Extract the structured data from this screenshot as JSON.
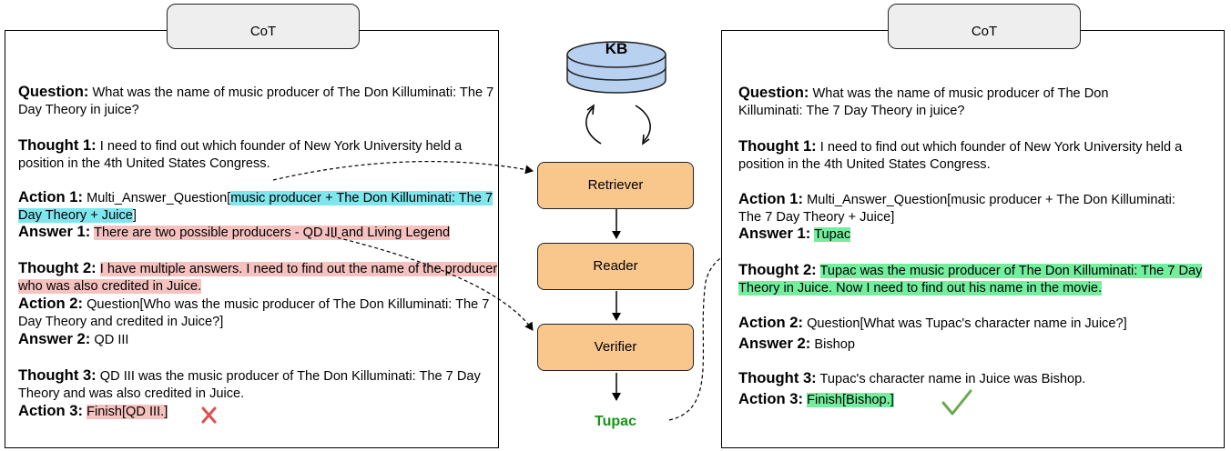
{
  "colors": {
    "query_highlight": "#7fe6ee",
    "error_highlight": "#f6c2c0",
    "correct_highlight": "#74ee9e",
    "module_fill": "#f9c68c",
    "kb_fill": "#b9d1f0",
    "output_text": "#159615",
    "cross": "#d9534f",
    "check": "#6aa84f"
  },
  "left": {
    "tab": "CoT",
    "question_label": "Question:",
    "question_text": "What was the name of music producer of The Don Killuminati: The 7 Day Theory in juice?",
    "thought1_label": "Thought 1:",
    "thought1_text": "I need to find out which founder of New York University held a position in the 4th United States Congress.",
    "action1_label": "Action 1:",
    "action1_prefix": "Multi_Answer_Question[",
    "action1_query": "music producer + The Don Killuminati: The 7 Day Theory + Juice",
    "action1_suffix": "]",
    "answer1_label": "Answer 1:",
    "answer1_text": "There are two possible producers - QD III and Living Legend",
    "thought2_label": "Thought 2:",
    "thought2_text": "I have multiple answers. I need to find out the name of the producer who was also credited in Juice.",
    "action2_label": "Action 2:",
    "action2_text": "Question[Who was the music producer of The Don Killuminati: The 7 Day Theory and credited in Juice?]",
    "answer2_label": "Answer 2:",
    "answer2_text": "QD III",
    "thought3_label": "Thought 3:",
    "thought3_text": "QD III was the music producer of The Don Killuminati: The 7 Day Theory and was also credited in Juice.",
    "action3_label": "Action 3:",
    "action3_text": "Finish[QD III.]",
    "result_icon": "cross-icon"
  },
  "center": {
    "kb_label": "KB",
    "retriever": "Retriever",
    "reader": "Reader",
    "verifier": "Verifier",
    "output": "Tupac"
  },
  "right": {
    "tab": "CoT",
    "question_label": "Question:",
    "question_text": "What was the name of music producer of The Don Killuminati: The 7 Day Theory in juice?",
    "thought1_label": "Thought 1:",
    "thought1_text": "I need to find out which founder of New York University held a position in the 4th United States Congress.",
    "action1_label": "Action 1:",
    "action1_text": "Multi_Answer_Question[music producer + The Don Killuminati: The 7 Day Theory + Juice]",
    "answer1_label": "Answer 1:",
    "answer1_text": "Tupac",
    "thought2_label": "Thought 2:",
    "thought2_text": "Tupac was the music producer of The Don Killuminati: The 7 Day Theory in Juice. Now I need to find out his name in the movie.",
    "action2_label": "Action 2:",
    "action2_text": "Question[What was Tupac's character name in Juice?]",
    "answer2_label": "Answer 2:",
    "answer2_text": "Bishop",
    "thought3_label": "Thought 3:",
    "thought3_text": "Tupac's character name in Juice was Bishop.",
    "action3_label": "Action 3:",
    "action3_text": "Finish[Bishop.]",
    "result_icon": "check-icon"
  }
}
